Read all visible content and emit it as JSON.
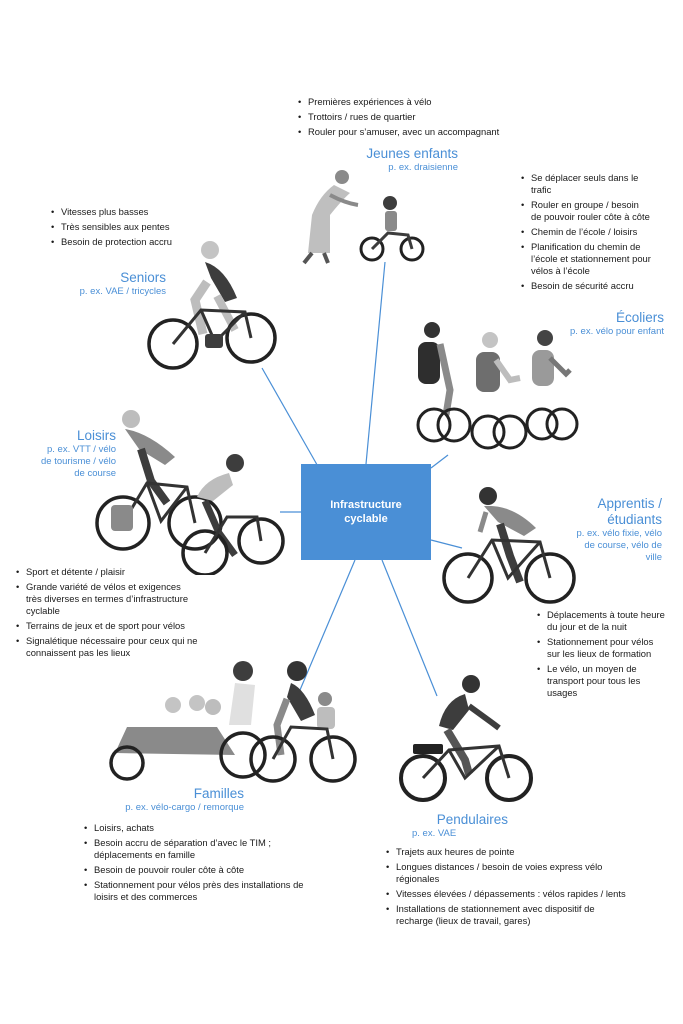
{
  "center": {
    "label": "Infrastructure cyclable"
  },
  "groups": {
    "jeunes": {
      "title": "Jeunes enfants",
      "subtitle": "p. ex. draisienne",
      "bullets": [
        "Premières expériences à vélo",
        "Trottoirs / rues de quartier",
        "Rouler pour s’amuser, avec un accompagnant"
      ]
    },
    "ecoliers": {
      "title": "Écoliers",
      "subtitle": "p. ex. vélo pour enfant",
      "bullets": [
        "Se déplacer seuls dans le trafic",
        "Rouler en groupe / besoin de pouvoir rouler côte à côte",
        "Chemin de l’école / loisirs",
        "Planification du chemin de l’école et stationnement pour vélos à l’école",
        "Besoin de sécurité accru"
      ]
    },
    "seniors": {
      "title": "Seniors",
      "subtitle": "p. ex. VAE / tricycles",
      "bullets": [
        "Vitesses plus basses",
        "Très sensibles aux pentes",
        "Besoin de protection accru"
      ]
    },
    "loisirs": {
      "title": "Loisirs",
      "subtitle": "p. ex. VTT / vélo de tourisme / vélo de course",
      "bullets": [
        "Sport et détente / plaisir",
        "Grande variété de vélos et exigences très diverses en termes d’infrastructure cyclable",
        "Terrains de jeux et de sport pour vélos",
        "Signalétique nécessaire pour ceux qui ne connaissent pas les lieux"
      ]
    },
    "apprentis": {
      "title": "Apprentis / étudiants",
      "subtitle": "p. ex. vélo fixie, vélo de course, vélo de ville",
      "bullets": [
        "Déplacements à toute heure du jour et de la nuit",
        "Stationnement pour vélos sur les lieux de formation",
        "Le vélo, un moyen de transport pour tous les usages"
      ]
    },
    "familles": {
      "title": "Familles",
      "subtitle": "p. ex. vélo-cargo / remorque",
      "bullets": [
        "Loisirs, achats",
        "Besoin accru de séparation d’avec le TIM ; déplacements en famille",
        "Besoin de pouvoir rouler côte à côte",
        "Stationnement pour vélos près des installations de loisirs et des commerces"
      ]
    },
    "pendulaires": {
      "title": "Pendulaires",
      "subtitle": "p. ex. VAE",
      "bullets": [
        "Trajets aux heures de pointe",
        "Longues distances / besoin de voies express vélo régionales",
        "Vitesses élevées / dépassements : vélos rapides / lents",
        "Installations de stationnement avec dispositif de recharge (lieux de travail, gares)"
      ]
    }
  },
  "colors": {
    "accent": "#4a8fd6",
    "figure_dark": "#3d3d3d",
    "figure_mid": "#8a8a8a",
    "figure_light": "#c4c4c4"
  }
}
